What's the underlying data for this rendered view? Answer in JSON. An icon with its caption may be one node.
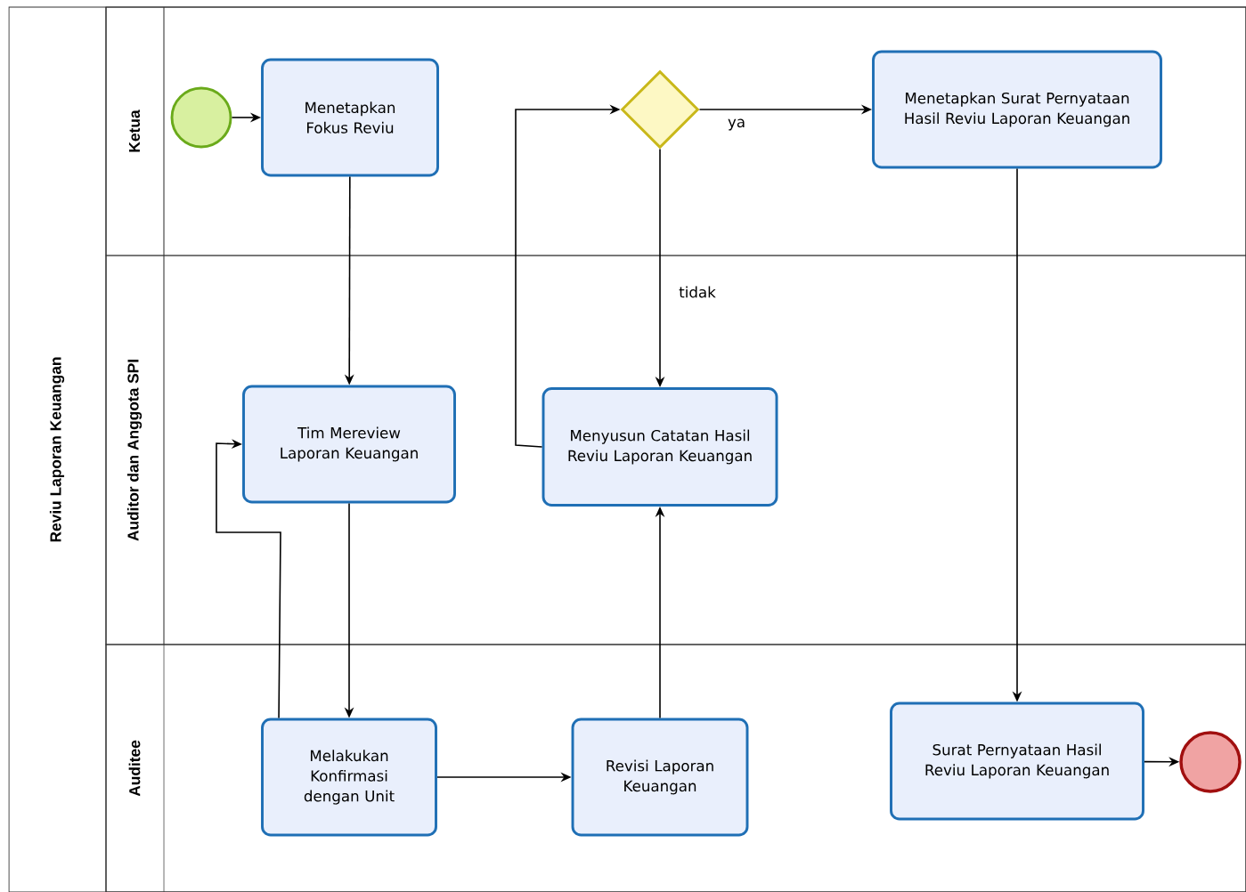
{
  "diagram": {
    "nodes": [
      {
        "text": [
          "Reviu Laporan Keuangan"
        ]
      },
      {
        "text": [
          "Ketua"
        ],
        "in": 0
      },
      {
        "text": [
          "Auditor dan Anggota SPI"
        ],
        "in": 0
      },
      {
        "text": [
          "Auditee"
        ],
        "in": 0
      },
      {
        "text": [],
        "shape": "circle",
        "in": 1
      },
      {
        "text": [
          "Menetapkan Fokus Reviu"
        ],
        "in": 1
      },
      {
        "text": [],
        "shape": "diamond",
        "in": 1
      },
      {
        "text": [
          "Menetapkan Surat Pernyataan Hasil Reviu Laporan Keuangan"
        ],
        "in": 1
      },
      {
        "text": [
          "Tim Mereview Laporan Keuangan"
        ],
        "in": 2
      },
      {
        "text": [
          "Menyusun Catatan Hasil Reviu Laporan Keuangan"
        ],
        "in": 2
      },
      {
        "text": [
          "Melakukan Konfirmasi dengan Unit"
        ],
        "in": 3
      },
      {
        "text": [
          "Revisi Laporan Keuangan"
        ],
        "in": 3
      },
      {
        "text": [
          "Surat Pernyataan Hasil Reviu Laporan Keuangan"
        ],
        "in": 3
      },
      {
        "text": [],
        "shape": "circle",
        "in": 3
      }
    ],
    "edges": [
      {
        "from": 4,
        "to": 5,
        "arrow": "to"
      },
      {
        "from": 5,
        "to": 8,
        "arrow": "to"
      },
      {
        "from": 8,
        "to": 10,
        "arrow": "to"
      },
      {
        "from": 10,
        "to": 8,
        "arrow": "to"
      },
      {
        "from": 10,
        "to": 11,
        "arrow": "to"
      },
      {
        "from": 11,
        "to": 9,
        "arrow": "to"
      },
      {
        "from": 9,
        "to": 6,
        "arrow": "to"
      },
      {
        "from": 6,
        "to": 7,
        "arrow": "to",
        "label": "ya"
      },
      {
        "from": 6,
        "to": 9,
        "arrow": "to",
        "label": "tidak"
      },
      {
        "from": 7,
        "to": 12,
        "arrow": "to"
      },
      {
        "from": 12,
        "to": 13,
        "arrow": "to"
      }
    ]
  }
}
